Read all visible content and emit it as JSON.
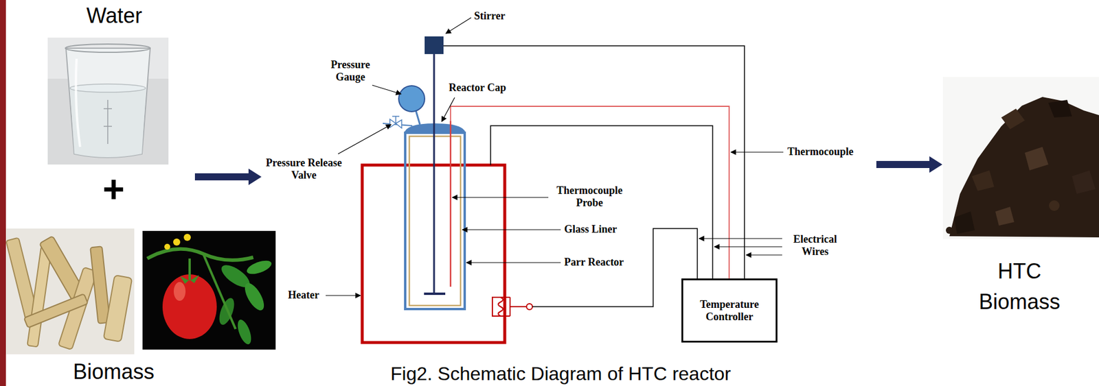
{
  "diagram": {
    "caption": "Fig2. Schematic Diagram of HTC reactor",
    "nodes": [
      {
        "text": [
          "Water"
        ]
      },
      {
        "text": [
          "Biomass"
        ]
      },
      {
        "text": [
          "Temperature Controller"
        ]
      },
      {
        "text": [
          "HTC Biomass"
        ]
      }
    ],
    "labels": [
      "+",
      "Stirrer",
      "Pressure Gauge",
      "Reactor Cap",
      "Pressure Release Valve",
      "Thermocouple Probe",
      "Glass Liner",
      "Parr Reactor",
      "Heater",
      "Thermocouple",
      "Electrical Wires"
    ]
  }
}
